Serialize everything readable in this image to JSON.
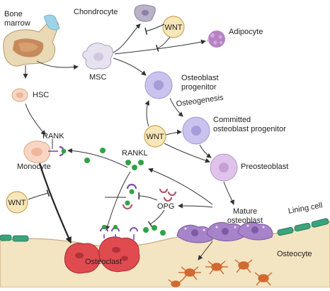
{
  "labels": {
    "bone_marrow": "Bone\nmarrow",
    "chondrocyte": "Chondrocyte",
    "wnt": "WNT",
    "adipocyte": "Adipocyte",
    "msc": "MSC",
    "hsc": "HSC",
    "osteoblast_progenitor": "Osteoblast\nprogenitor",
    "osteogenesis": "Osteogenesis",
    "committed_progenitor": "Committed\nosteoblast progenitor",
    "rank": "RANK",
    "monocyte": "Monocyte",
    "rankl": "RANKL",
    "preosteoblast": "Preosteoblast",
    "opg": "OPG",
    "mature_osteoblast": "Mature\nosteoblast",
    "lining_cell": "Lining cell",
    "osteoclast": "Osteoclast",
    "osteocyte": "Osteocyte"
  },
  "colors": {
    "wnt_fill": "#f7e6b8",
    "wnt_stroke": "#c9a55a",
    "progenitor": "#c9c3ee",
    "preosteoblast": "#dfc3ea",
    "osteoclast": "#e04b50",
    "osteocyte": "#d2692e",
    "mature_osteoblast": "#a783c9",
    "bone": "#f3e4c2",
    "lining": "#3aa37d",
    "rankl_dot": "#2fa343",
    "rank_receptor": "#7a4fa8"
  }
}
